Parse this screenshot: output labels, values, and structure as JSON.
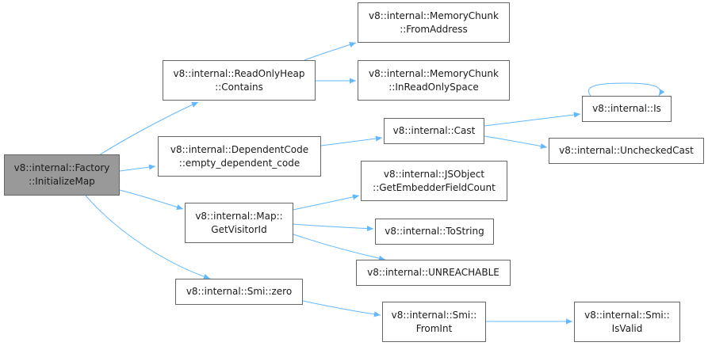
{
  "diagram": {
    "type": "call-graph",
    "colors": {
      "edge": "#63b8ff",
      "node_border": "#666666",
      "node_fill": "#ffffff",
      "root_fill": "#999999"
    },
    "nodes": {
      "factory_initialize_map": {
        "lines": [
          "v8::internal::Factory",
          "::InitializeMap"
        ]
      },
      "readonlyheap_contains": {
        "lines": [
          "v8::internal::ReadOnlyHeap",
          "::Contains"
        ]
      },
      "dependentcode_empty": {
        "lines": [
          "v8::internal::DependentCode",
          "::empty_dependent_code"
        ]
      },
      "map_getvisitorid": {
        "lines": [
          "v8::internal::Map::",
          "GetVisitorId"
        ]
      },
      "smi_zero": {
        "lines": [
          "v8::internal::Smi::zero"
        ]
      },
      "memorychunk_fromaddress": {
        "lines": [
          "v8::internal::MemoryChunk",
          "::FromAddress"
        ]
      },
      "memorychunk_inreadonlyspace": {
        "lines": [
          "v8::internal::MemoryChunk",
          "::InReadOnlySpace"
        ]
      },
      "cast": {
        "lines": [
          "v8::internal::Cast"
        ]
      },
      "is": {
        "lines": [
          "v8::internal::Is"
        ]
      },
      "uncheckedcast": {
        "lines": [
          "v8::internal::UncheckedCast"
        ]
      },
      "jsobject_getembedderfieldcount": {
        "lines": [
          "v8::internal::JSObject",
          "::GetEmbedderFieldCount"
        ]
      },
      "tostring": {
        "lines": [
          "v8::internal::ToString"
        ]
      },
      "unreachable": {
        "lines": [
          "v8::internal::UNREACHABLE"
        ]
      },
      "smi_fromint": {
        "lines": [
          "v8::internal::Smi::",
          "FromInt"
        ]
      },
      "smi_isvalid": {
        "lines": [
          "v8::internal::Smi::",
          "IsValid"
        ]
      }
    },
    "edges": [
      [
        "factory_initialize_map",
        "readonlyheap_contains"
      ],
      [
        "factory_initialize_map",
        "dependentcode_empty"
      ],
      [
        "factory_initialize_map",
        "map_getvisitorid"
      ],
      [
        "factory_initialize_map",
        "smi_zero"
      ],
      [
        "readonlyheap_contains",
        "memorychunk_fromaddress"
      ],
      [
        "readonlyheap_contains",
        "memorychunk_inreadonlyspace"
      ],
      [
        "dependentcode_empty",
        "cast"
      ],
      [
        "cast",
        "is"
      ],
      [
        "cast",
        "uncheckedcast"
      ],
      [
        "is",
        "is"
      ],
      [
        "map_getvisitorid",
        "jsobject_getembedderfieldcount"
      ],
      [
        "map_getvisitorid",
        "tostring"
      ],
      [
        "map_getvisitorid",
        "unreachable"
      ],
      [
        "smi_zero",
        "smi_fromint"
      ],
      [
        "smi_fromint",
        "smi_isvalid"
      ]
    ]
  }
}
